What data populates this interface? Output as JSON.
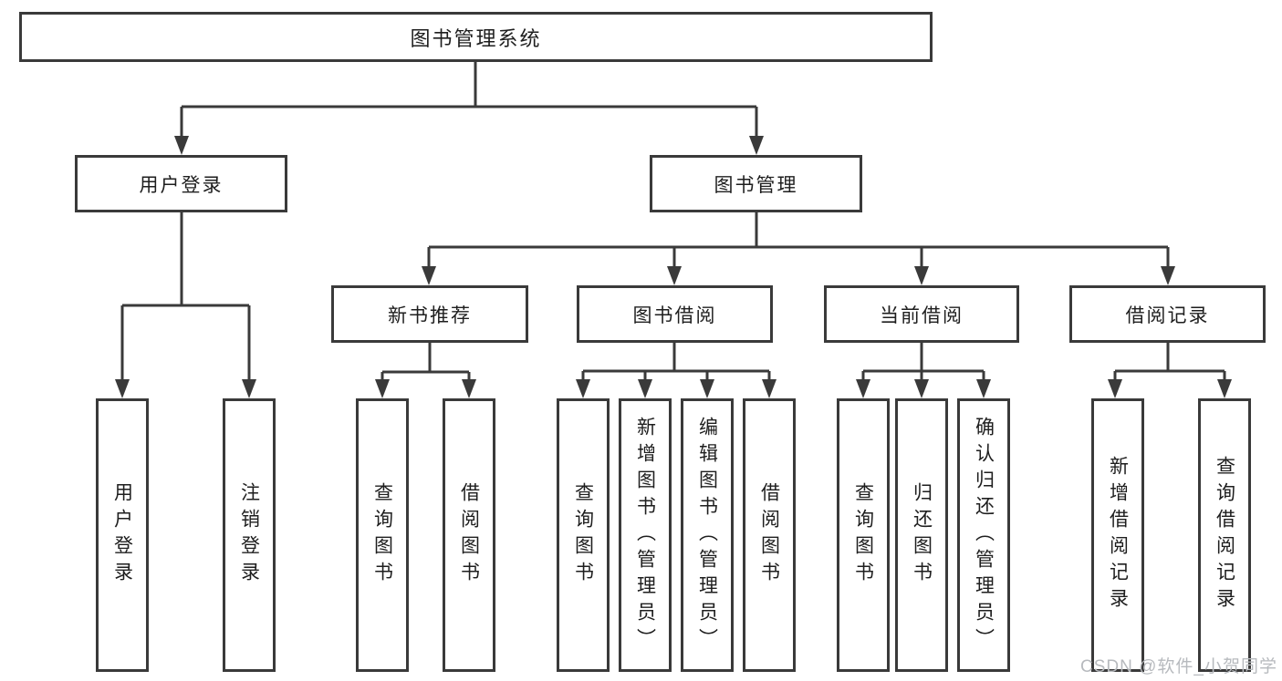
{
  "tree": {
    "root": {
      "label": "图书管理系统"
    },
    "branches": [
      {
        "label": "用户登录",
        "children": [
          {
            "label": "用户登录"
          },
          {
            "label": "注销登录"
          }
        ]
      },
      {
        "label": "图书管理",
        "children": [
          {
            "label": "新书推荐",
            "children": [
              {
                "label": "查询图书"
              },
              {
                "label": "借阅图书"
              }
            ]
          },
          {
            "label": "图书借阅",
            "children": [
              {
                "label": "查询图书"
              },
              {
                "label": "新增图书（管理员）"
              },
              {
                "label": "编辑图书（管理员）"
              },
              {
                "label": "借阅图书"
              }
            ]
          },
          {
            "label": "当前借阅",
            "children": [
              {
                "label": "查询图书"
              },
              {
                "label": "归还图书"
              },
              {
                "label": "确认归还（管理员）"
              }
            ]
          },
          {
            "label": "借阅记录",
            "children": [
              {
                "label": "新增借阅记录"
              },
              {
                "label": "查询借阅记录"
              }
            ]
          }
        ]
      }
    ]
  },
  "watermark": {
    "text": "CSDN @软件_小贺同学"
  },
  "colors": {
    "line": "#3a3a3a",
    "text": "#1e1e1e",
    "watermark": "#b7babe",
    "background": "#ffffff"
  }
}
